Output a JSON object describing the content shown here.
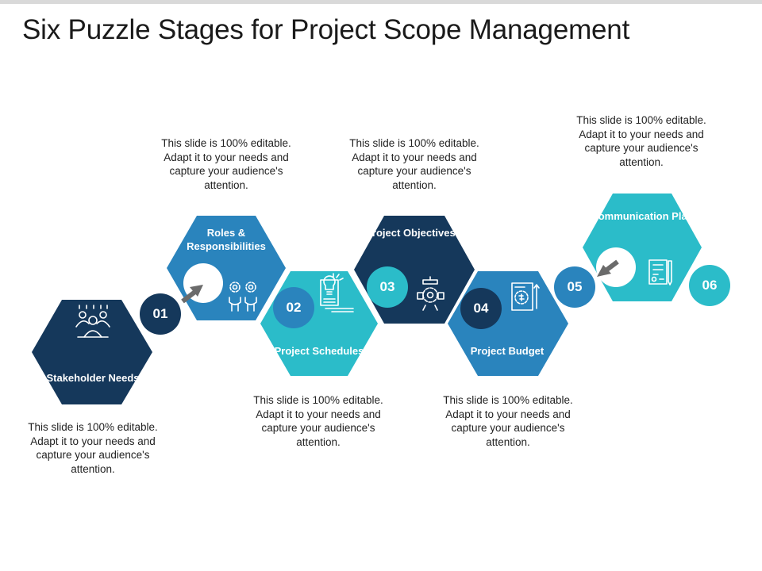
{
  "slide": {
    "title": "Six Puzzle Stages for Project Scope Management"
  },
  "colors": {
    "navy": "#15385b",
    "blue": "#2a84bd",
    "teal": "#2bbcc9",
    "arrow": "#6b6b6b"
  },
  "stages": [
    {
      "number": "01",
      "label": "Stakeholder Needs",
      "icon": "stakeholder-group-icon",
      "description": "This slide is 100% editable. Adapt it to your needs and capture your audience's attention."
    },
    {
      "number": "02",
      "label": "Roles & Responsibilities",
      "icon": "people-gears-icon",
      "description": "This slide is 100% editable. Adapt it to your needs and capture your audience's attention."
    },
    {
      "number": "03",
      "label": "Project Schedules",
      "icon": "idea-document-icon",
      "description": "This slide is 100% editable. Adapt it to your needs and capture your audience's attention."
    },
    {
      "number": "04",
      "label": "Project Objectives",
      "icon": "robot-gear-icon",
      "description": "This slide is 100% editable. Adapt it to your needs and capture your audience's attention."
    },
    {
      "number": "05",
      "label": "Project Budget",
      "icon": "budget-report-icon",
      "description": "This slide is 100% editable. Adapt it to your needs and capture your audience's attention."
    },
    {
      "number": "06",
      "label": "Communication Plan",
      "icon": "plan-checklist-icon",
      "description": "This slide is 100% editable. Adapt it to your needs and capture your audience's attention."
    }
  ]
}
